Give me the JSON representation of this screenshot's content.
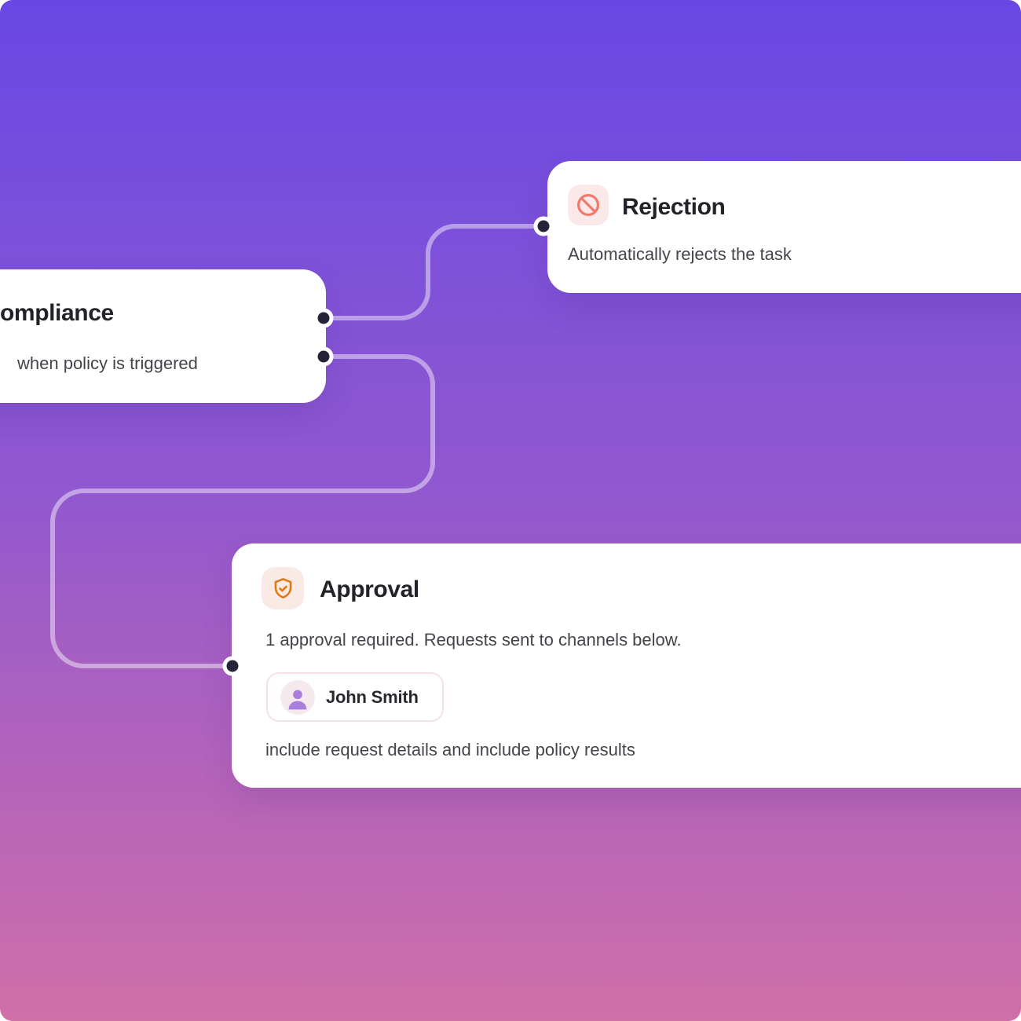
{
  "canvas": {
    "background_top": "#6847e5",
    "background_middle": "#9158cf",
    "background_bottom": "#d06fa8",
    "connector_color": "rgba(255,255,255,0.45)",
    "port_color": "#262238"
  },
  "nodes": {
    "compliance": {
      "title": "ompliance",
      "subtitle": "when policy is triggered"
    },
    "rejection": {
      "title": "Rejection",
      "subtitle": "Automatically rejects the task",
      "icon": "prohibition-icon",
      "icon_color": "#ee7b6e",
      "icon_bg": "#fbe9e9"
    },
    "approval": {
      "title": "Approval",
      "subtitle": "1 approval required. Requests sent to channels below.",
      "icon": "shield-check-icon",
      "icon_color": "#e0780f",
      "icon_bg": "#f9eae5",
      "assignee": {
        "name": "John Smith",
        "icon": "person-icon",
        "icon_color": "#ab7edd",
        "avatar_bg": "#f6e9ee"
      },
      "footer": "include request details and include policy results"
    }
  },
  "edges": [
    {
      "from": "compliance",
      "to": "rejection"
    },
    {
      "from": "compliance",
      "to": "approval"
    }
  ]
}
